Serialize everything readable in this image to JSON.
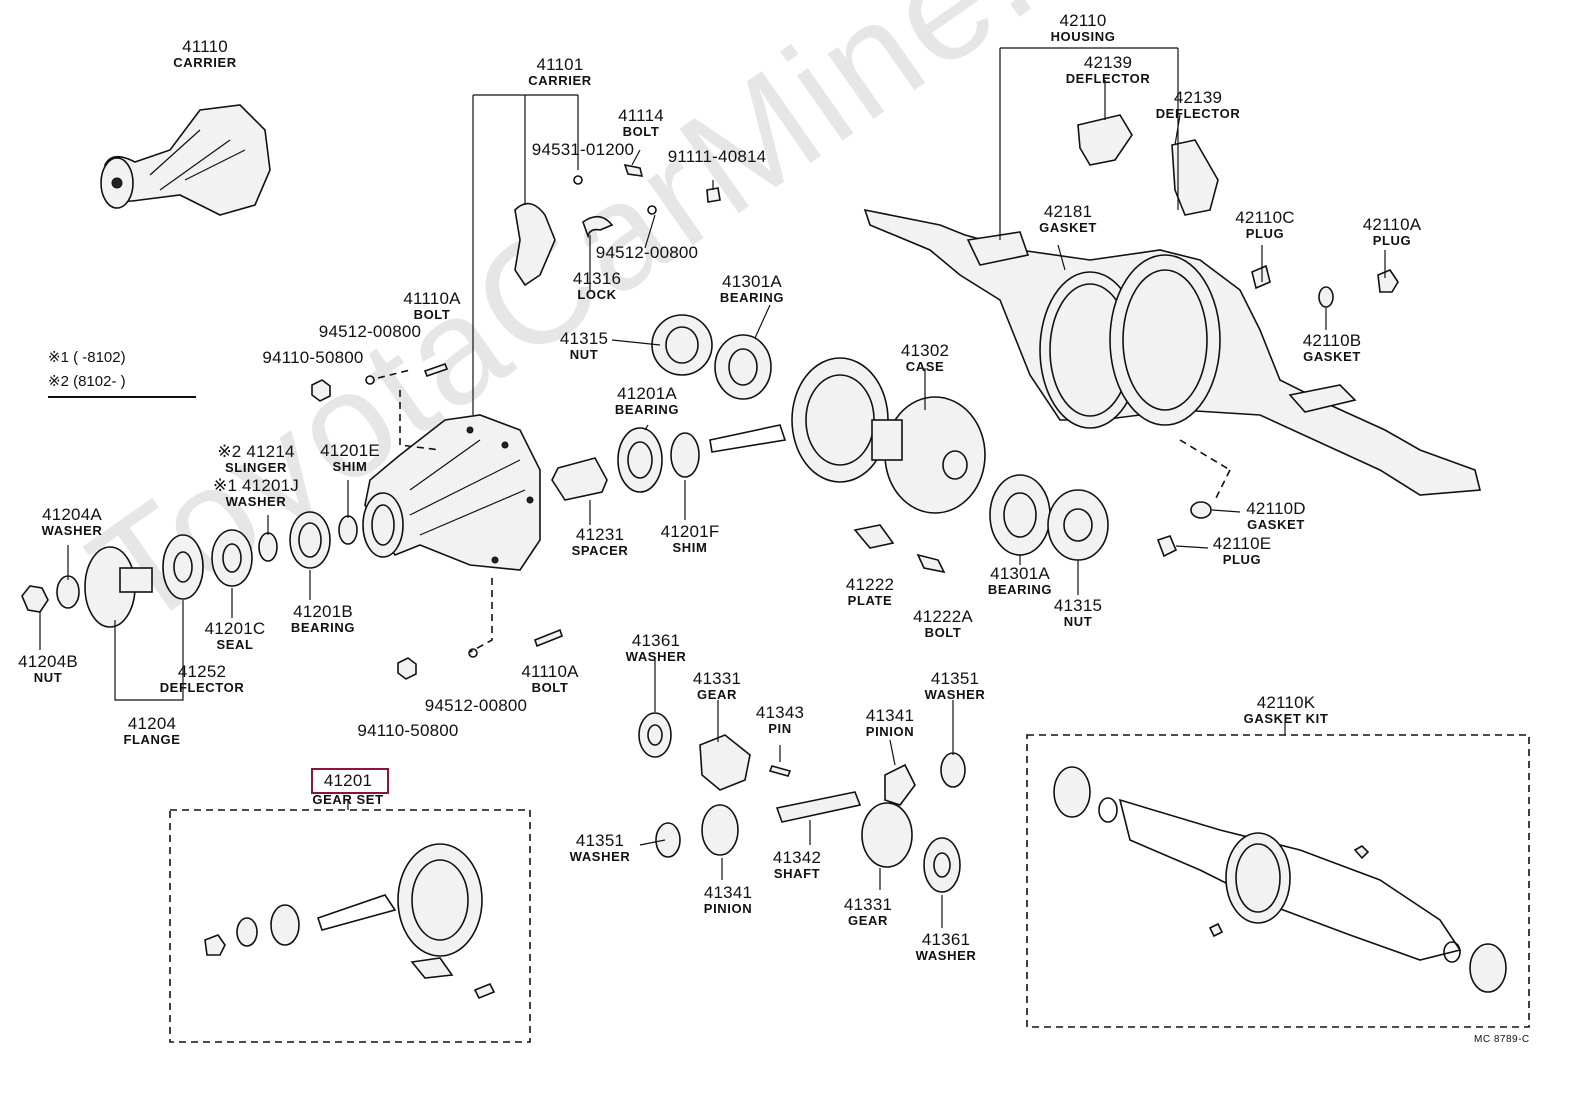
{
  "watermark": "ToyotaCarMine.ru",
  "drawing_code": "MC 8789-C",
  "legend": {
    "line1": "※1 (      -8102)",
    "line2": "※2 (8102-       )"
  },
  "parts": {
    "p41110": {
      "num": "41110",
      "name": "CARRIER"
    },
    "p41101": {
      "num": "41101",
      "name": "CARRIER"
    },
    "p41114": {
      "num": "41114",
      "name": "BOLT"
    },
    "p9453101200": {
      "num": "94531-01200",
      "name": ""
    },
    "p9111140814": {
      "num": "91111-40814",
      "name": ""
    },
    "p9451200800a": {
      "num": "94512-00800",
      "name": ""
    },
    "p41316": {
      "num": "41316",
      "name": "LOCK"
    },
    "p41110A_top": {
      "num": "41110A",
      "name": "BOLT"
    },
    "p9451200800b": {
      "num": "94512-00800",
      "name": ""
    },
    "p9411050800a": {
      "num": "94110-50800",
      "name": ""
    },
    "p41315a": {
      "num": "41315",
      "name": "NUT"
    },
    "p41301Aa": {
      "num": "41301A",
      "name": "BEARING"
    },
    "p41201A": {
      "num": "41201A",
      "name": "BEARING"
    },
    "p41302": {
      "num": "41302",
      "name": "CASE"
    },
    "p41214": {
      "num": "※2 41214",
      "name": "SLINGER"
    },
    "p41201J": {
      "num": "※1 41201J",
      "name": "WASHER"
    },
    "p41201E": {
      "num": "41201E",
      "name": "SHIM"
    },
    "p41204A": {
      "num": "41204A",
      "name": "WASHER"
    },
    "p41231": {
      "num": "41231",
      "name": "SPACER"
    },
    "p41201F": {
      "num": "41201F",
      "name": "SHIM"
    },
    "p41201C": {
      "num": "41201C",
      "name": "SEAL"
    },
    "p41201B": {
      "num": "41201B",
      "name": "BEARING"
    },
    "p41204B": {
      "num": "41204B",
      "name": "NUT"
    },
    "p41252": {
      "num": "41252",
      "name": "DEFLECTOR"
    },
    "p41204": {
      "num": "41204",
      "name": "FLANGE"
    },
    "p41222": {
      "num": "41222",
      "name": "PLATE"
    },
    "p41222A": {
      "num": "41222A",
      "name": "BOLT"
    },
    "p41301Ab": {
      "num": "41301A",
      "name": "BEARING"
    },
    "p41315b": {
      "num": "41315",
      "name": "NUT"
    },
    "p41110A_bot": {
      "num": "41110A",
      "name": "BOLT"
    },
    "p9451200800c": {
      "num": "94512-00800",
      "name": ""
    },
    "p9411050800b": {
      "num": "94110-50800",
      "name": ""
    },
    "p41361a": {
      "num": "41361",
      "name": "WASHER"
    },
    "p41331a": {
      "num": "41331",
      "name": "GEAR"
    },
    "p41343": {
      "num": "41343",
      "name": "PIN"
    },
    "p41341a": {
      "num": "41341",
      "name": "PINION"
    },
    "p41351a": {
      "num": "41351",
      "name": "WASHER"
    },
    "p41351b": {
      "num": "41351",
      "name": "WASHER"
    },
    "p41342": {
      "num": "41342",
      "name": "SHAFT"
    },
    "p41341b": {
      "num": "41341",
      "name": "PINION"
    },
    "p41331b": {
      "num": "41331",
      "name": "GEAR"
    },
    "p41361b": {
      "num": "41361",
      "name": "WASHER"
    },
    "p41201": {
      "num": "41201",
      "name": "GEAR SET"
    },
    "p42110": {
      "num": "42110",
      "name": "HOUSING"
    },
    "p42139a": {
      "num": "42139",
      "name": "DEFLECTOR"
    },
    "p42139b": {
      "num": "42139",
      "name": "DEFLECTOR"
    },
    "p42181": {
      "num": "42181",
      "name": "GASKET"
    },
    "p42110C": {
      "num": "42110C",
      "name": "PLUG"
    },
    "p42110A": {
      "num": "42110A",
      "name": "PLUG"
    },
    "p42110B": {
      "num": "42110B",
      "name": "GASKET"
    },
    "p42110D": {
      "num": "42110D",
      "name": "GASKET"
    },
    "p42110E": {
      "num": "42110E",
      "name": "PLUG"
    },
    "p42110K": {
      "num": "42110K",
      "name": "GASKET KIT"
    }
  }
}
